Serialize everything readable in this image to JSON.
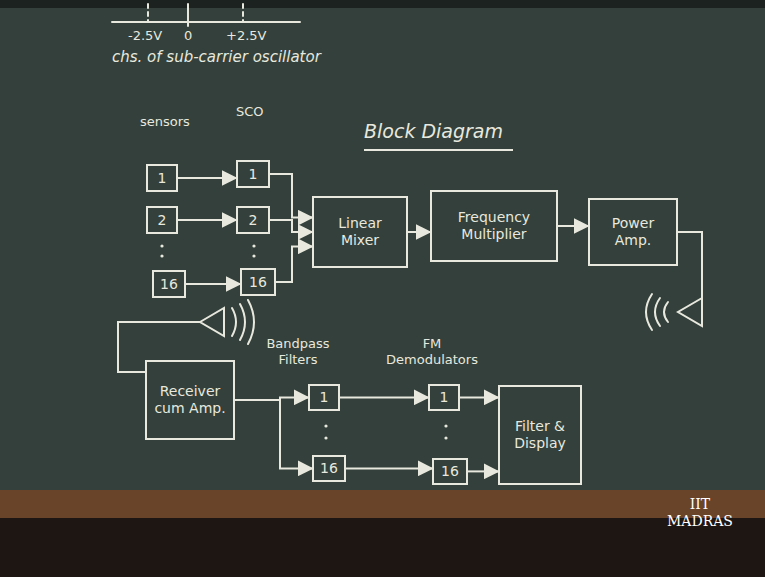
{
  "diagram": {
    "title": "Block Diagram",
    "nodes": [
      {
        "text": [
          "1"
        ]
      },
      {
        "text": [
          "2"
        ]
      },
      {
        "text": [
          "16"
        ]
      },
      {
        "text": [
          "1"
        ]
      },
      {
        "text": [
          "2"
        ]
      },
      {
        "text": [
          "16"
        ]
      },
      {
        "text": [
          "Linear Mixer"
        ]
      },
      {
        "text": [
          "Frequency Multiplier"
        ]
      },
      {
        "text": [
          "Power Amp."
        ]
      },
      {
        "text": [
          "Receiver cum Amp."
        ]
      },
      {
        "text": [
          "1"
        ]
      },
      {
        "text": [
          "16"
        ]
      },
      {
        "text": [
          "1"
        ]
      },
      {
        "text": [
          "16"
        ]
      },
      {
        "text": [
          "Filter & Display"
        ]
      }
    ],
    "edges": [
      {
        "from": 0,
        "to": 3,
        "arrow": "to"
      },
      {
        "from": 1,
        "to": 4,
        "arrow": "to"
      },
      {
        "from": 2,
        "to": 5,
        "arrow": "to"
      },
      {
        "from": 3,
        "to": 6,
        "arrow": "to"
      },
      {
        "from": 4,
        "to": 6,
        "arrow": "to"
      },
      {
        "from": 5,
        "to": 6,
        "arrow": "to"
      },
      {
        "from": 6,
        "to": 7,
        "arrow": "to"
      },
      {
        "from": 7,
        "to": 8,
        "arrow": "to"
      },
      {
        "from": 9,
        "to": 10,
        "arrow": "to"
      },
      {
        "from": 9,
        "to": 11,
        "arrow": "to"
      },
      {
        "from": 10,
        "to": 12,
        "arrow": "to"
      },
      {
        "from": 11,
        "to": 13,
        "arrow": "to"
      },
      {
        "from": 12,
        "to": 14,
        "arrow": "to"
      },
      {
        "from": 13,
        "to": 14,
        "arrow": "to"
      }
    ],
    "labels": [
      "-2.5V",
      "0",
      "+2.5V",
      "chs. of sub-carrier oscillator",
      "sensors",
      "SCO",
      "Bandpass Filters",
      "FM Demodulators",
      "IIT MADRAS"
    ]
  }
}
